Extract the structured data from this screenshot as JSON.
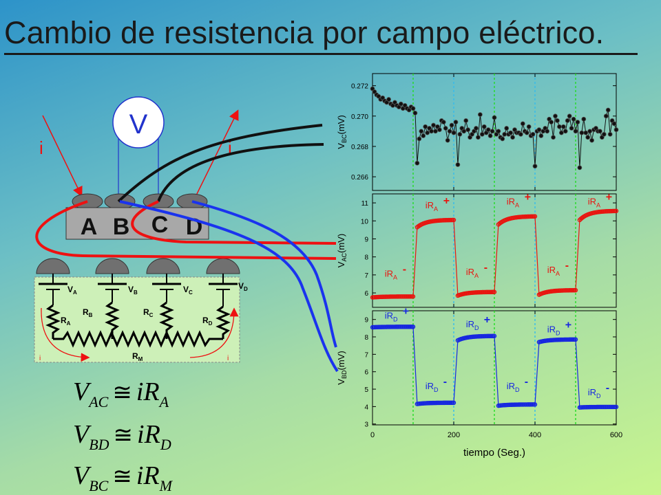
{
  "title": "Cambio de resistencia por campo eléctrico.",
  "schematic": {
    "voltmeter": "V",
    "current_left": "i",
    "current_right": "i",
    "contacts": [
      "A",
      "B",
      "C",
      "D"
    ],
    "sources": [
      {
        "main": "V",
        "sub": "A"
      },
      {
        "main": "V",
        "sub": "B"
      },
      {
        "main": "V",
        "sub": "C"
      },
      {
        "main": "V",
        "sub": "D"
      }
    ],
    "resistors": [
      {
        "main": "R",
        "sub": "A"
      },
      {
        "main": "R",
        "sub": "B"
      },
      {
        "main": "R",
        "sub": "C"
      },
      {
        "main": "R",
        "sub": "D"
      },
      {
        "main": "R",
        "sub": "M"
      }
    ],
    "loop_current_left": "i",
    "loop_current_right": "i"
  },
  "equations": [
    {
      "lhs": "V",
      "lhs_sub": "AC",
      "op": "≅",
      "rhs": "iR",
      "rhs_sub": "A"
    },
    {
      "lhs": "V",
      "lhs_sub": "BD",
      "op": "≅",
      "rhs": "iR",
      "rhs_sub": "D"
    },
    {
      "lhs": "V",
      "lhs_sub": "BC",
      "op": "≅",
      "rhs": "iR",
      "rhs_sub": "M"
    }
  ],
  "colors": {
    "bc": "#111111",
    "ac": "#e8140f",
    "bd": "#1626e0",
    "vline_green": "#22dd22",
    "vline_cyan": "#33bbee",
    "wire_blue": "#1a33ee",
    "wire_red": "#ee1111",
    "voltmeter_fill": "#ffffff",
    "voltmeter_stroke": "#2233cc"
  },
  "chart_data": {
    "type": "line",
    "xlabel": "tiempo (Seg.)",
    "xlim": [
      0,
      600
    ],
    "xticks": [
      0,
      200,
      400,
      600
    ],
    "vertical_markers": [
      {
        "x": 100,
        "color": "green"
      },
      {
        "x": 200,
        "color": "cyan"
      },
      {
        "x": 300,
        "color": "green"
      },
      {
        "x": 400,
        "color": "cyan"
      },
      {
        "x": 500,
        "color": "green"
      }
    ],
    "panels": [
      {
        "name": "bc",
        "ylabel_main": "V",
        "ylabel_sub": "BC",
        "ylabel_unit": "(mV)",
        "ylim": [
          0.2651,
          0.2728
        ],
        "yticks": [
          0.266,
          0.268,
          0.27,
          0.272
        ],
        "ytick_labels": [
          "0.266",
          "0.268",
          "0.270",
          "0.272"
        ],
        "color": "black",
        "x": [
          0,
          5,
          10,
          15,
          20,
          25,
          30,
          35,
          40,
          45,
          50,
          55,
          60,
          65,
          70,
          75,
          80,
          85,
          90,
          95,
          100,
          105,
          110,
          115,
          120,
          125,
          130,
          135,
          140,
          145,
          150,
          155,
          160,
          165,
          170,
          175,
          180,
          185,
          190,
          195,
          200,
          205,
          210,
          215,
          220,
          225,
          230,
          235,
          240,
          245,
          250,
          255,
          260,
          265,
          270,
          275,
          280,
          285,
          290,
          295,
          300,
          305,
          310,
          315,
          320,
          325,
          330,
          335,
          340,
          345,
          350,
          355,
          360,
          365,
          370,
          375,
          380,
          385,
          390,
          395,
          400,
          405,
          410,
          415,
          420,
          425,
          430,
          435,
          440,
          445,
          450,
          455,
          460,
          465,
          470,
          475,
          480,
          485,
          490,
          495,
          500,
          505,
          510,
          515,
          520,
          525,
          530,
          535,
          540,
          545,
          550,
          555,
          560,
          565,
          570,
          575,
          580,
          585,
          590,
          595,
          600
        ],
        "y": [
          0.2718,
          0.2716,
          0.2714,
          0.2713,
          0.2711,
          0.2712,
          0.271,
          0.2709,
          0.2711,
          0.2708,
          0.2707,
          0.2709,
          0.2707,
          0.2706,
          0.2708,
          0.2705,
          0.2707,
          0.2705,
          0.2704,
          0.2706,
          0.2705,
          0.2702,
          0.2669,
          0.2685,
          0.269,
          0.2687,
          0.2693,
          0.2689,
          0.2692,
          0.269,
          0.2694,
          0.269,
          0.2693,
          0.2691,
          0.2697,
          0.2696,
          0.2692,
          0.2684,
          0.269,
          0.2694,
          0.2689,
          0.2696,
          0.2668,
          0.2688,
          0.2692,
          0.269,
          0.2697,
          0.2691,
          0.2686,
          0.2688,
          0.269,
          0.2692,
          0.2686,
          0.2701,
          0.2688,
          0.2693,
          0.2689,
          0.2691,
          0.2687,
          0.269,
          0.2699,
          0.2688,
          0.269,
          0.2686,
          0.2685,
          0.2688,
          0.2692,
          0.2688,
          0.2689,
          0.2686,
          0.2691,
          0.2689,
          0.2689,
          0.2688,
          0.2695,
          0.269,
          0.2689,
          0.2693,
          0.2687,
          0.2688,
          0.2667,
          0.269,
          0.2691,
          0.2687,
          0.269,
          0.2692,
          0.269,
          0.2698,
          0.2696,
          0.2686,
          0.27,
          0.2697,
          0.2693,
          0.2689,
          0.2693,
          0.269,
          0.2697,
          0.27,
          0.2692,
          0.2698,
          0.269,
          0.2696,
          0.2666,
          0.2689,
          0.2698,
          0.2689,
          0.2686,
          0.269,
          0.2684,
          0.2691,
          0.2692,
          0.269,
          0.269,
          0.2686,
          0.2688,
          0.27,
          0.2704,
          0.2688,
          0.2697,
          0.2695,
          0.2691
        ]
      },
      {
        "name": "ac",
        "ylabel_main": "V",
        "ylabel_sub": "AC",
        "ylabel_unit": "(mV)",
        "ylim": [
          5.2,
          11.5
        ],
        "yticks": [
          6,
          7,
          8,
          9,
          10,
          11
        ],
        "ytick_labels": [
          "6",
          "7",
          "8",
          "9",
          "10",
          "11"
        ],
        "color": "red",
        "segments": [
          {
            "x0": 0,
            "x1": 100,
            "y0": 5.75,
            "y1": 5.8
          },
          {
            "x0": 110,
            "x1": 200,
            "y0": 9.65,
            "y1": 10.05
          },
          {
            "x0": 210,
            "x1": 300,
            "y0": 5.85,
            "y1": 6.05
          },
          {
            "x0": 310,
            "x1": 400,
            "y0": 9.8,
            "y1": 10.25
          },
          {
            "x0": 410,
            "x1": 500,
            "y0": 5.9,
            "y1": 6.15
          },
          {
            "x0": 510,
            "x1": 600,
            "y0": 10.05,
            "y1": 10.55
          }
        ],
        "labels": [
          {
            "main": "iR",
            "sub": "A",
            "sign": "-",
            "x": 30,
            "y": 6.9
          },
          {
            "main": "iR",
            "sub": "A",
            "sign": "+",
            "x": 130,
            "y": 10.7
          },
          {
            "main": "iR",
            "sub": "A",
            "sign": "-",
            "x": 230,
            "y": 7.0
          },
          {
            "main": "iR",
            "sub": "A",
            "sign": "+",
            "x": 330,
            "y": 10.9
          },
          {
            "main": "iR",
            "sub": "A",
            "sign": "-",
            "x": 430,
            "y": 7.1
          },
          {
            "main": "iR",
            "sub": "A",
            "sign": "+",
            "x": 530,
            "y": 10.9
          }
        ]
      },
      {
        "name": "bd",
        "ylabel_main": "V",
        "ylabel_sub": "BD",
        "ylabel_unit": "(mV)",
        "ylim": [
          2.95,
          9.5
        ],
        "yticks": [
          3,
          4,
          5,
          6,
          7,
          8,
          9
        ],
        "ytick_labels": [
          "3",
          "4",
          "5",
          "6",
          "7",
          "8",
          "9"
        ],
        "color": "blue",
        "segments": [
          {
            "x0": 0,
            "x1": 100,
            "y0": 8.55,
            "y1": 8.58
          },
          {
            "x0": 110,
            "x1": 200,
            "y0": 4.15,
            "y1": 4.22
          },
          {
            "x0": 210,
            "x1": 300,
            "y0": 7.8,
            "y1": 8.05
          },
          {
            "x0": 310,
            "x1": 400,
            "y0": 4.05,
            "y1": 4.12
          },
          {
            "x0": 410,
            "x1": 500,
            "y0": 7.7,
            "y1": 7.85
          },
          {
            "x0": 510,
            "x1": 600,
            "y0": 3.95,
            "y1": 3.98
          }
        ],
        "labels": [
          {
            "main": "iR",
            "sub": "D",
            "sign": "+",
            "x": 30,
            "y": 9.05
          },
          {
            "main": "iR",
            "sub": "D",
            "sign": "-",
            "x": 130,
            "y": 5.0
          },
          {
            "main": "iR",
            "sub": "D",
            "sign": "+",
            "x": 230,
            "y": 8.55
          },
          {
            "main": "iR",
            "sub": "D",
            "sign": "-",
            "x": 330,
            "y": 5.0
          },
          {
            "main": "iR",
            "sub": "D",
            "sign": "+",
            "x": 430,
            "y": 8.25
          },
          {
            "main": "iR",
            "sub": "D",
            "sign": "-",
            "x": 530,
            "y": 4.65
          }
        ]
      }
    ]
  }
}
